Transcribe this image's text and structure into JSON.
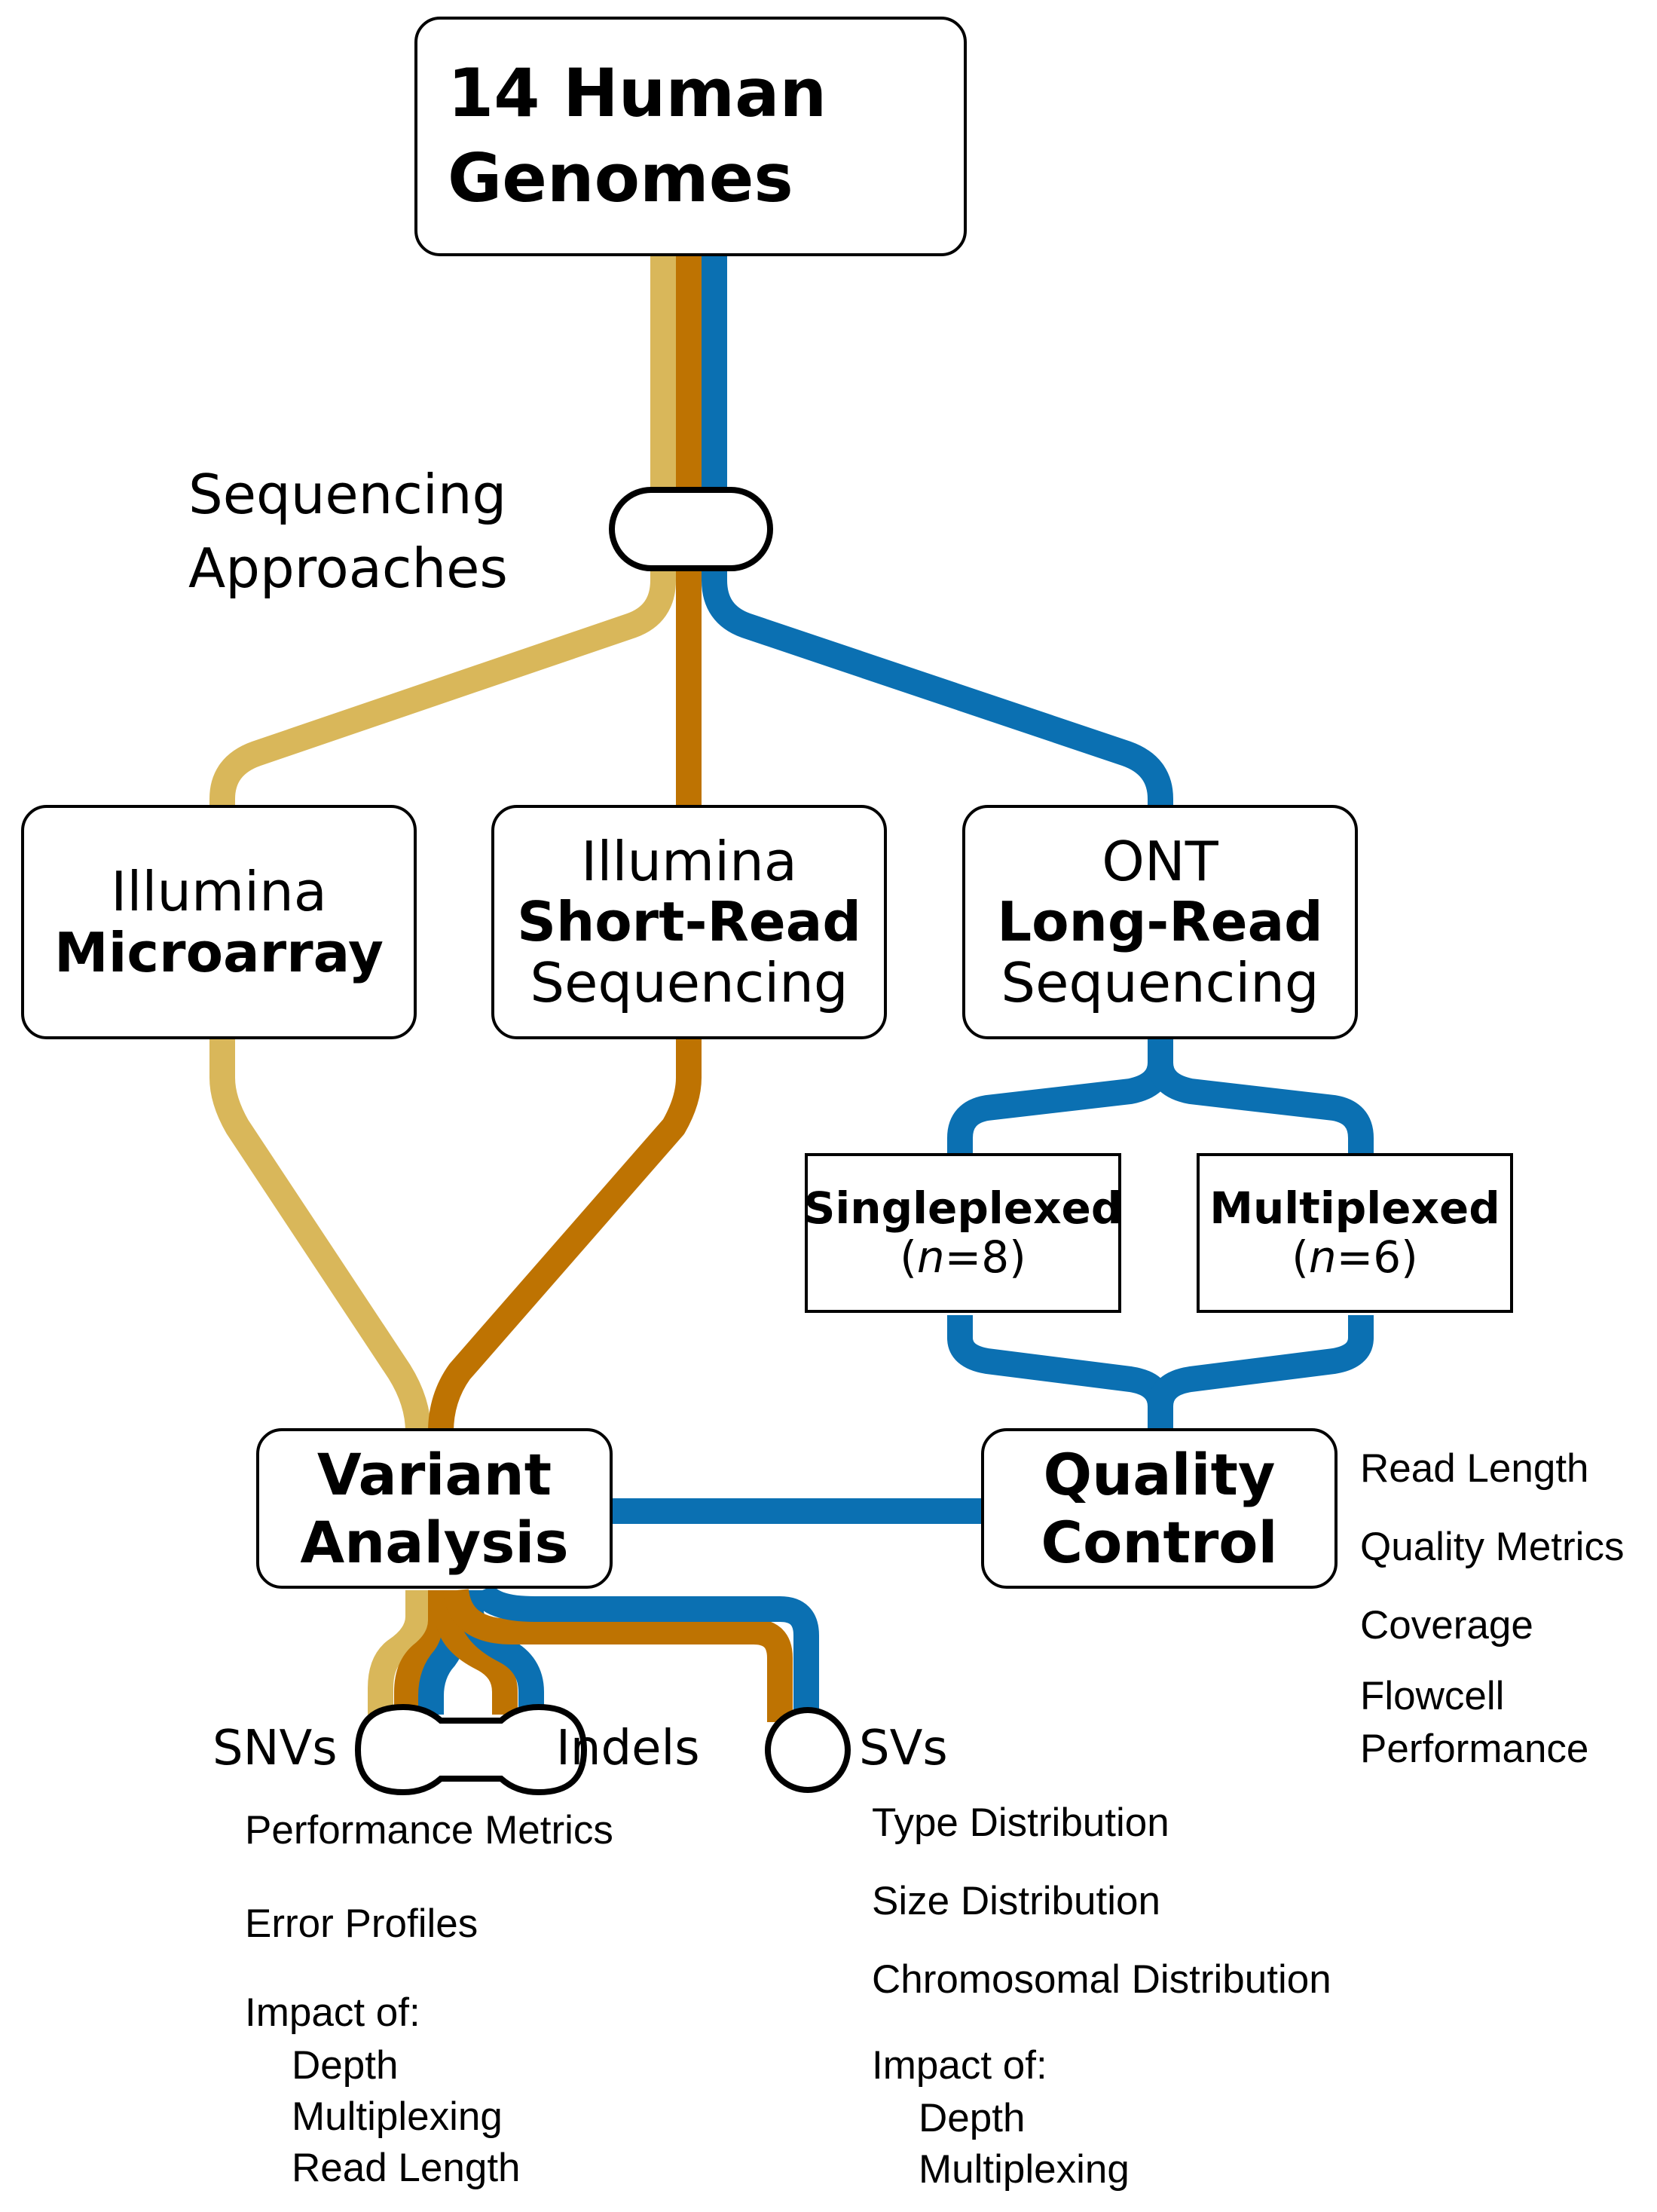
{
  "title": {
    "line1": "14 Human",
    "line2": "Genomes"
  },
  "colors": {
    "microarray": "#D9B75A",
    "short_read": "#BE7302",
    "long_read": "#0B70B2",
    "dna_light_blue": "#2BB7E5",
    "dna_green": "#7CC04C",
    "dna_dark": "#1F4E6E"
  },
  "sequencing_label": {
    "line1": "Sequencing",
    "line2": "Approaches"
  },
  "boxes": {
    "microarray": {
      "line1": "Illumina",
      "line2": "Microarray"
    },
    "short_read": {
      "line1": "Illumina",
      "line2": "Short-Read",
      "line3": "Sequencing"
    },
    "long_read": {
      "line1": "ONT",
      "line2": "Long-Read",
      "line3": "Sequencing"
    },
    "singleplexed": {
      "line1": "Singleplexed",
      "line2": "(n=8)"
    },
    "multiplexed": {
      "line1": "Multiplexed",
      "line2": "(n=6)"
    },
    "variant_analysis": {
      "line1": "Variant",
      "line2": "Analysis"
    },
    "quality_control": {
      "line1": "Quality",
      "line2": "Control"
    }
  },
  "qc_items": [
    "Read Length",
    "Quality Metrics",
    "Coverage",
    "Flowcell",
    "Performance"
  ],
  "stations": {
    "snvs": "SNVs",
    "indels": "Indels",
    "svs": "SVs"
  },
  "snv_indel_items": {
    "item1": "Performance Metrics",
    "item2": "Error Profiles",
    "impact_header": "Impact of:",
    "impact": [
      "Depth",
      "Multiplexing",
      "Read Length"
    ]
  },
  "sv_items": {
    "item1": "Type Distribution",
    "item2": "Size Distribution",
    "item3": "Chromosomal Distribution",
    "impact_header": "Impact of:",
    "impact": [
      "Depth",
      "Multiplexing"
    ]
  }
}
